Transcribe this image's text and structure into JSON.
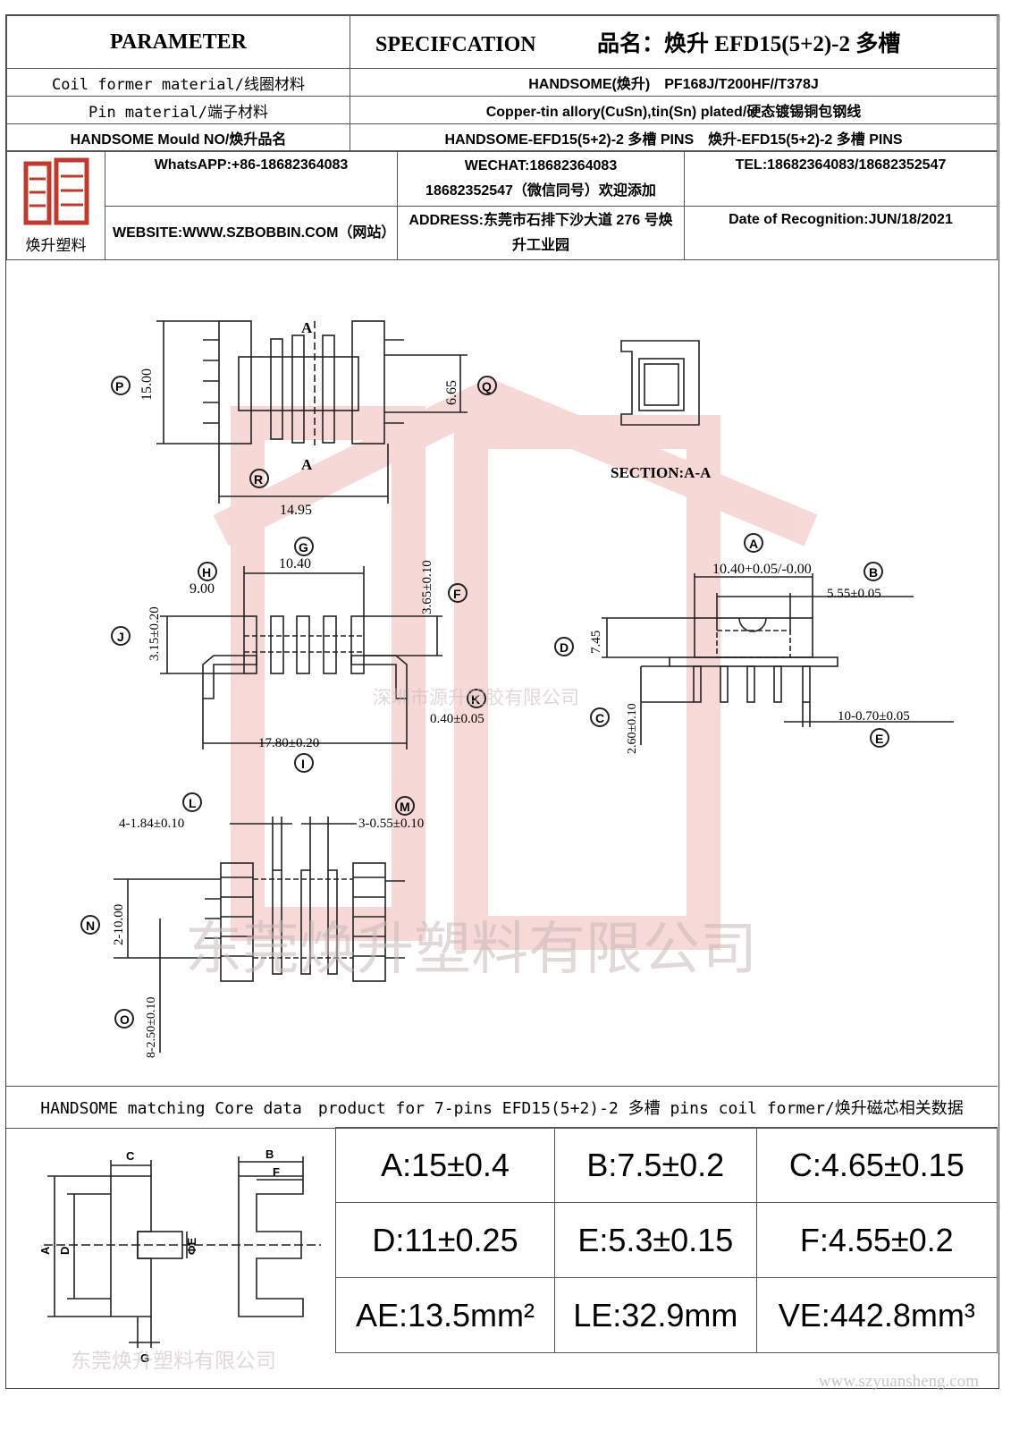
{
  "header": {
    "parameter": "PARAMETER",
    "specification": "SPECIFCATION",
    "product_name": "品名：焕升 EFD15(5+2)-2 多槽"
  },
  "rows": [
    {
      "label": "Coil former material/线圈材料",
      "value": "HANDSOME(焕升)　PF168J/T200HF//T378J"
    },
    {
      "label": "Pin material/端子材料",
      "value": "Copper-tin allory(CuSn),tin(Sn) plated/硬态镀锡铜包钢线"
    },
    {
      "label": "HANDSOME Mould NO/焕升品名",
      "value": "HANDSOME-EFD15(5+2)-2 多槽 PINS　焕升-EFD15(5+2)-2 多槽 PINS"
    }
  ],
  "company": {
    "logo_text": "焕升塑料",
    "whatsapp": "WhatsAPP:+86-18682364083",
    "wechat_line1": "WECHAT:18682364083",
    "wechat_line2": "18682352547（微信同号）欢迎添加",
    "tel": "TEL:18682364083/18682352547",
    "website": "WEBSITE:WWW.SZBOBBIN.COM（网站）",
    "address": "ADDRESS:东莞市石排下沙大道 276 号焕升工业园",
    "date": "Date of Recognition:JUN/18/2021"
  },
  "drawing": {
    "section_label": "SECTION:A-A",
    "cut_mark": "A",
    "dims": {
      "P": "15.00",
      "Q": "6.65",
      "R": "14.95",
      "G": "10.40",
      "H": "9.00",
      "F": "3.65±0.10",
      "J": "3.15±0.20",
      "K": "0.40±0.05",
      "I": "17.80±0.20",
      "A": "10.40+0.05/-0.00",
      "B": "5.55±0.05",
      "D": "7.45",
      "C": "2.60±0.10",
      "E": "10-0.70±0.05",
      "L": "4-1.84±0.10",
      "M": "3-0.55±0.10",
      "N": "2-10.00",
      "O": "8-2.50±0.10"
    },
    "watermark_small": "深圳市源升塑胶有限公司",
    "watermark_large": "东莞焕升塑料有限公司"
  },
  "core_title": "HANDSOME matching Core data　product for 7-pins EFD15(5+2)-2 多槽 pins coil former/焕升磁芯相关数据",
  "core_figure_labels": {
    "A": "A",
    "B": "B",
    "C": "C",
    "D": "D",
    "E": "ΦE",
    "F": "F",
    "G": "G"
  },
  "core_watermark": "东莞焕升塑料有限公司",
  "core_data": [
    [
      "A:15±0.4",
      "B:7.5±0.2",
      "C:4.65±0.15"
    ],
    [
      "D:11±0.25",
      "E:5.3±0.15",
      "F:4.55±0.2"
    ],
    [
      "AE:13.5mm²",
      "LE:32.9mm",
      "VE:442.8mm³"
    ]
  ],
  "footer_url": "www.szyuansheng.com"
}
